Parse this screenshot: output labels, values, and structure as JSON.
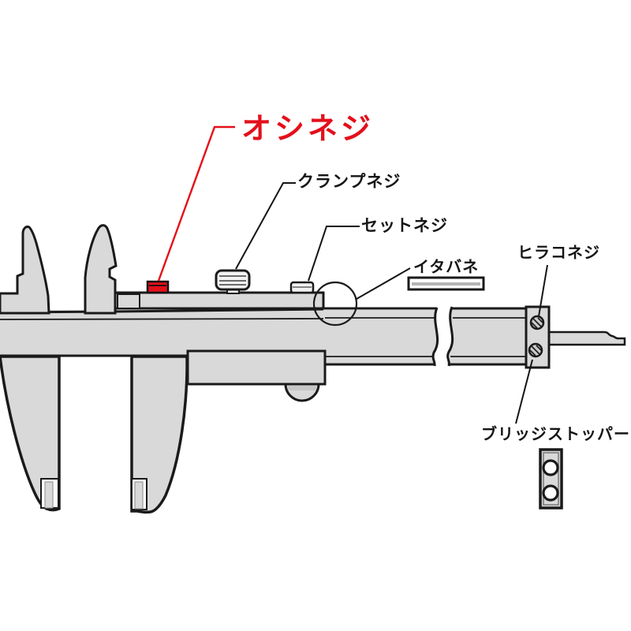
{
  "diagram_title": "caliper parts diagram",
  "labels": {
    "oshineji": {
      "text": "オシネジ",
      "color": "#e3101a",
      "highlighted": true
    },
    "clamp": {
      "text": "クランプネジ",
      "color": "#151515",
      "highlighted": false
    },
    "set": {
      "text": "セットネジ",
      "color": "#151515",
      "highlighted": false
    },
    "itabane": {
      "text": "イタバネ",
      "color": "#151515",
      "highlighted": false
    },
    "hirako": {
      "text": "ヒラコネジ",
      "color": "#151515",
      "highlighted": false
    },
    "bridge": {
      "text": "ブリッジストッパー",
      "color": "#151515",
      "highlighted": false
    }
  },
  "colors": {
    "highlight_red": "#e3101a",
    "body_gray": "#d9d9d9",
    "shade_gray": "#c6c6c6",
    "outline_black": "#1a1a1a",
    "background": "#ffffff"
  }
}
